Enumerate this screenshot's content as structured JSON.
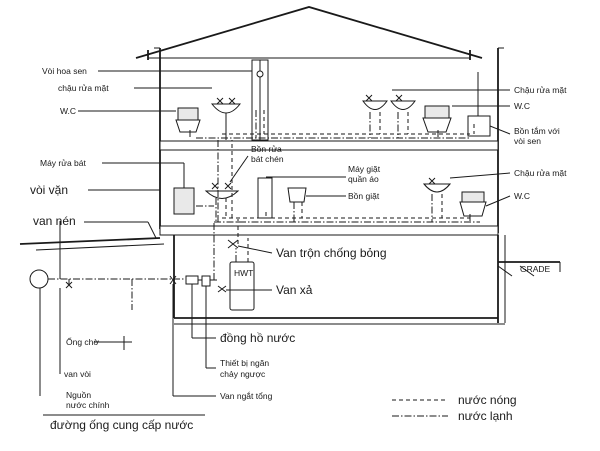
{
  "labels": {
    "voi_hoa_sen": "Vòi hoa sen",
    "chau_rua_mat_left": "chậu rửa mặt",
    "wc_left": "W.C",
    "may_rua_bat": "Máy rửa bát",
    "voi_van": "vòi vặn",
    "van_nen": "van nén",
    "ong_cho": "Ống chờ",
    "van_voi": "van vòi",
    "nguon_line1": "Nguồn",
    "nguon_line2": "nước chính",
    "bon_rua_line1": "Bồn rửa",
    "bon_rua_line2": "bát chén",
    "may_giat_line1": "Máy giặt",
    "may_giat_line2": "quần áo",
    "bon_giat": "Bồn giặt",
    "chau_rua_mat_right_top": "Chậu rửa mặt",
    "wc_right_top": "W.C",
    "bon_tam_line1": "Bồn tắm với",
    "bon_tam_line2": "vòi sen",
    "chau_rua_mat_right_mid": "Chậu rửa mặt",
    "wc_right_mid": "W.C",
    "van_tron": "Van trộn chống bỏng",
    "hwt": "HWT",
    "van_xa": "Van xả",
    "dong_ho": "đồng hồ nước",
    "thiet_bi_line1": "Thiết bị ngăn",
    "thiet_bi_line2": "chảy ngược",
    "van_ngat": "Van ngắt tổng",
    "grade": "GRADE",
    "caption": "đường ống cung cấp nước"
  },
  "legend": {
    "hot": "nước nóng",
    "cold": "nước lạnh"
  }
}
